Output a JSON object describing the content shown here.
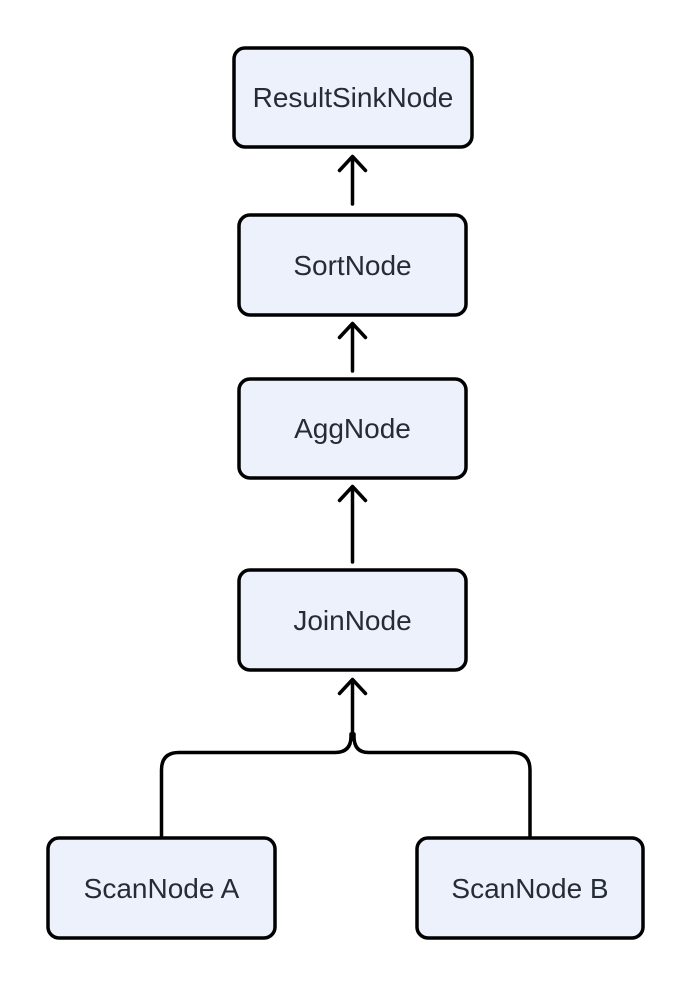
{
  "diagram": {
    "title": "query-plan-flow",
    "type": "flow-diagram",
    "direction": "bottom-to-top",
    "nodes": [
      {
        "id": "result_sink",
        "label": "ResultSinkNode"
      },
      {
        "id": "sort",
        "label": "SortNode"
      },
      {
        "id": "agg",
        "label": "AggNode"
      },
      {
        "id": "join",
        "label": "JoinNode"
      },
      {
        "id": "scan_a",
        "label": "ScanNode A"
      },
      {
        "id": "scan_b",
        "label": "ScanNode B"
      }
    ],
    "edges": [
      {
        "from": "sort",
        "to": "result_sink",
        "arrow": "up"
      },
      {
        "from": "agg",
        "to": "sort",
        "arrow": "up"
      },
      {
        "from": "join",
        "to": "agg",
        "arrow": "up"
      },
      {
        "from": "scan_a",
        "to": "join",
        "arrow": "up-merge"
      },
      {
        "from": "scan_b",
        "to": "join",
        "arrow": "up-merge"
      }
    ]
  },
  "colors": {
    "background": "#ffffff",
    "node-fill": "#edf1fb",
    "node-stroke": "#000000",
    "edge-stroke": "#000000",
    "text-color": "#262c35"
  }
}
